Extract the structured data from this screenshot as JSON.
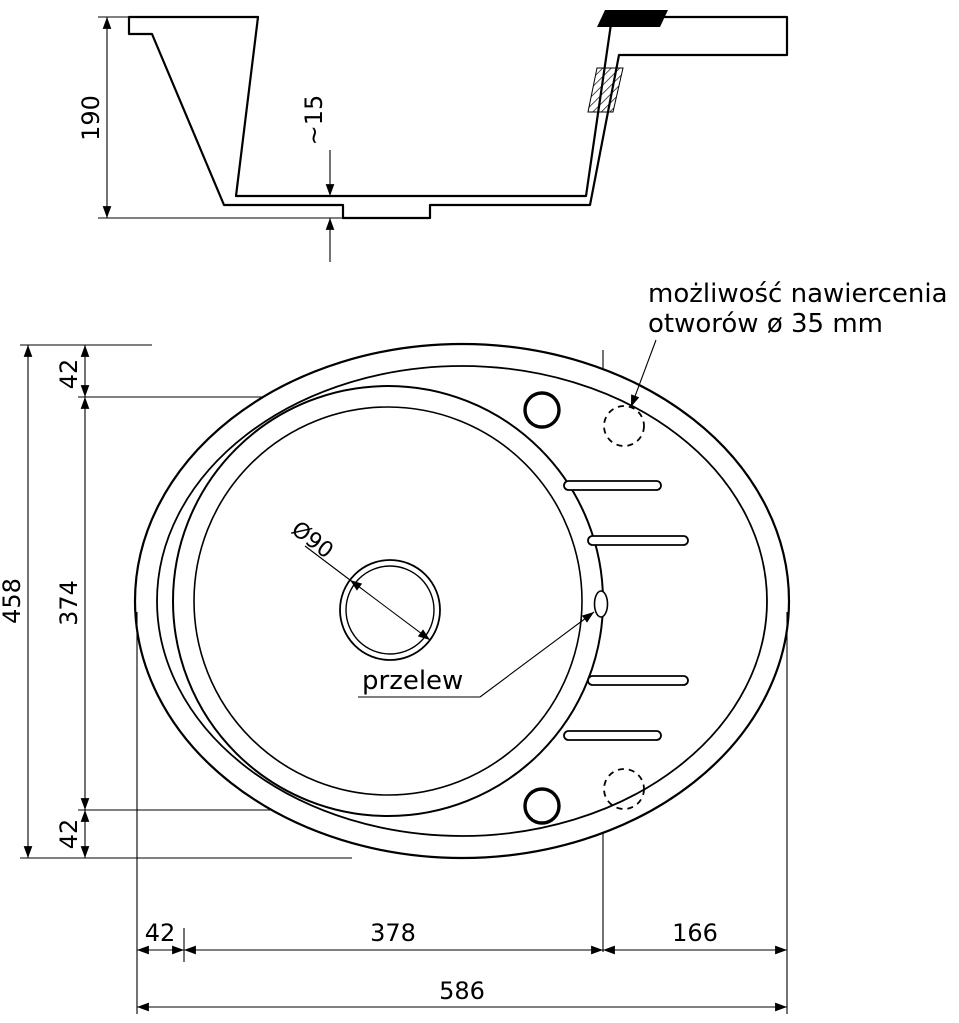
{
  "drawing": {
    "section": {
      "depth": "190",
      "recess_depth": "~15"
    },
    "plan": {
      "note_line1": "możliwość nawiercenia",
      "note_line2": "otworów ø 35 mm",
      "drain_diameter": "Ø90",
      "overflow_label": "przelew",
      "height_total": "458",
      "height_top_offset": "42",
      "height_bowl": "374",
      "height_bottom_offset": "42",
      "width_left_offset": "42",
      "width_bowl": "378",
      "width_drainer": "166",
      "width_total": "586"
    },
    "colors": {
      "ink": "#000000",
      "paper": "#ffffff"
    }
  }
}
